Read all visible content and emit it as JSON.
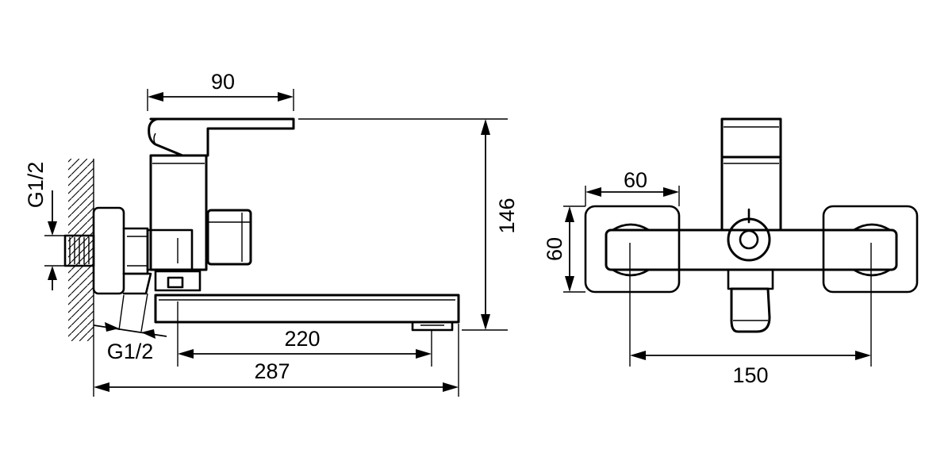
{
  "dimensions": {
    "handle_width": "90",
    "total_height": "146",
    "inlet_thread_left": "G1/2",
    "inlet_thread_bottom": "G1/2",
    "spout_reach": "220",
    "total_length": "287",
    "flange_width": "60",
    "flange_height": "60",
    "center_spacing": "150"
  },
  "colors": {
    "line": "#000000",
    "background": "#ffffff"
  }
}
